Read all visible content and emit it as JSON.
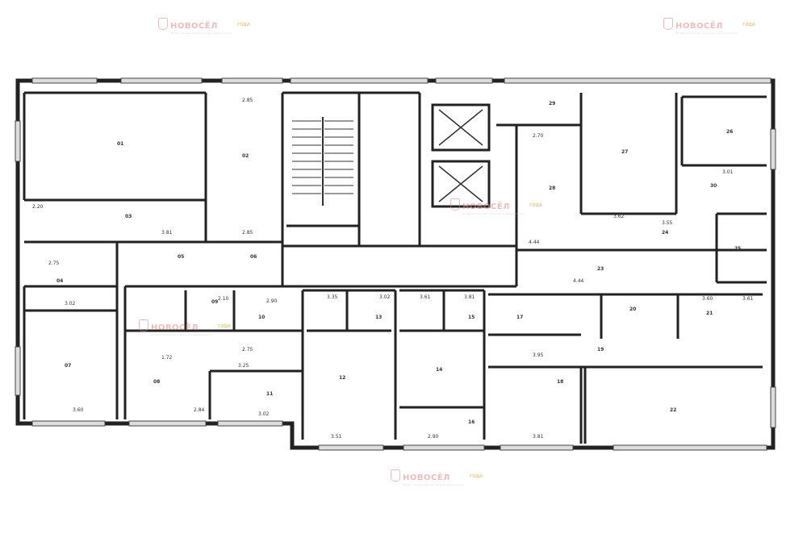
{
  "watermark": {
    "brand": "НОВОСЁЛ",
    "tagline": "Профессиональный помощник в недвижимости",
    "badge": "ГОДА"
  },
  "plan": {
    "dimension_labels": [
      "2.85",
      "2.20",
      "3.81",
      "2.85",
      "3.60",
      "2.75",
      "3.02",
      "2.70",
      "4.44",
      "4.44",
      "3.55",
      "2.10",
      "2.90",
      "3.35",
      "3.02",
      "3.61",
      "3.81",
      "2.75",
      "3.02",
      "3.51",
      "2.90",
      "3.95",
      "3.81",
      "3.62",
      "3.01",
      "3.61",
      "3.60",
      "3.25",
      "1.72",
      "2.84"
    ],
    "room_labels": [
      "01",
      "02",
      "03",
      "04",
      "05",
      "06",
      "07",
      "08",
      "09",
      "10",
      "11",
      "12",
      "13",
      "14",
      "15",
      "16",
      "17",
      "18",
      "19",
      "20",
      "21",
      "22",
      "23",
      "24",
      "25",
      "26",
      "27",
      "28",
      "29",
      "30"
    ]
  }
}
